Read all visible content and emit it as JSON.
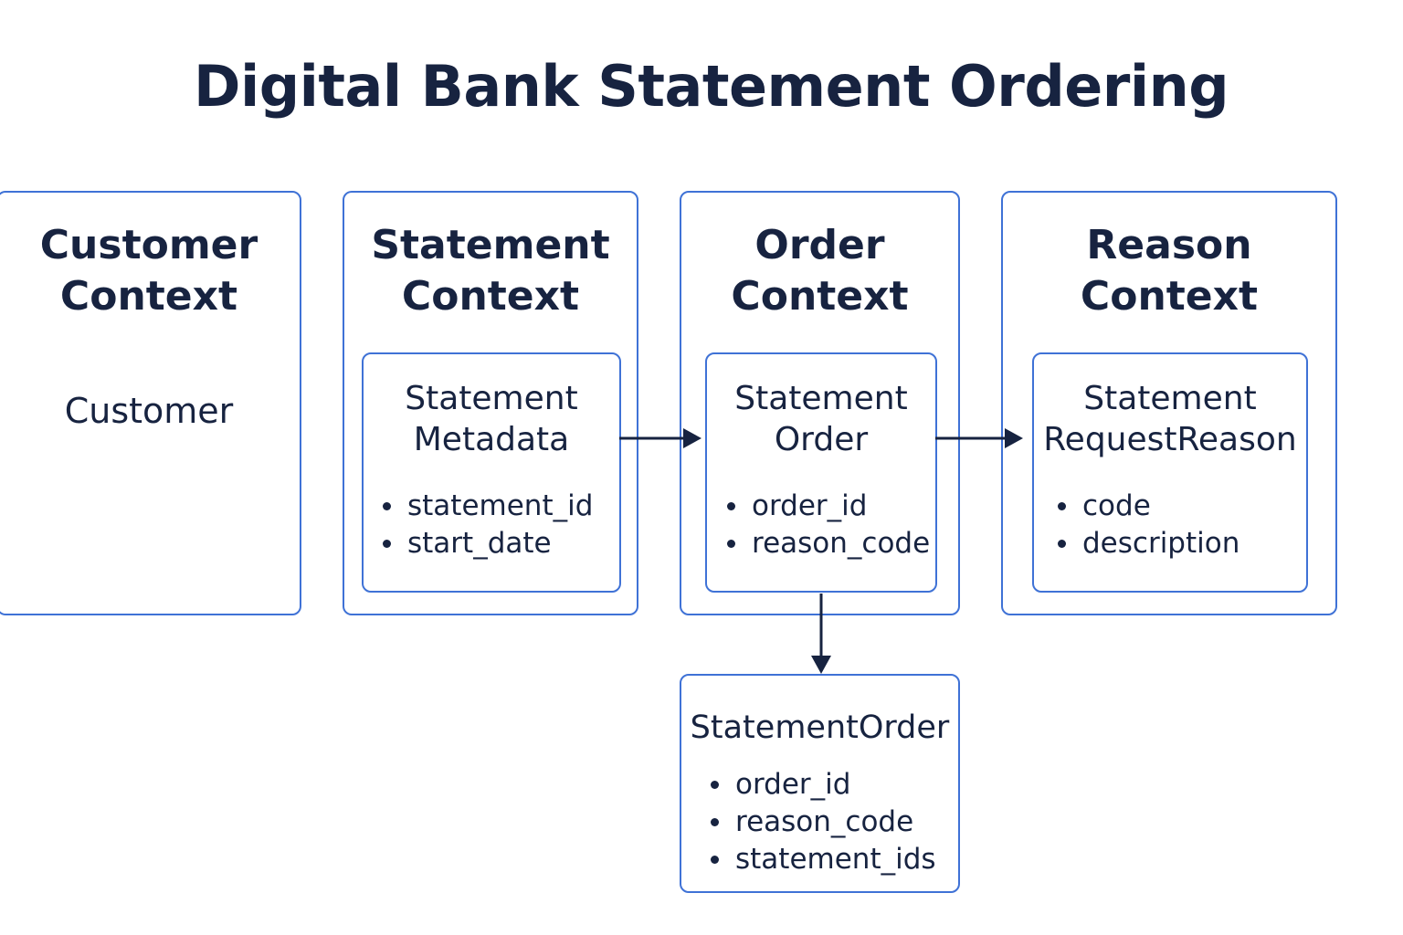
{
  "title": "Digital Bank Statement Ordering",
  "contexts": [
    {
      "title_lines": [
        "Customer",
        "Context"
      ],
      "entity": "Customer"
    },
    {
      "title_lines": [
        "Statement",
        "Context"
      ],
      "entity": {
        "name_lines": [
          "Statement",
          "Metadata"
        ],
        "attributes": [
          "statement_id",
          "start_date"
        ]
      }
    },
    {
      "title_lines": [
        "Order",
        "Context"
      ],
      "entity": {
        "name_lines": [
          "Statement",
          "Order"
        ],
        "attributes": [
          "order_id",
          "reason_code"
        ]
      }
    },
    {
      "title_lines": [
        "Reason",
        "Context"
      ],
      "entity": {
        "name_lines": [
          "Statement",
          "RequestReason"
        ],
        "attributes": [
          "code",
          "description"
        ]
      }
    }
  ],
  "output_entity": {
    "name": "StatementOrder",
    "attributes": [
      "order_id",
      "reason_code",
      "statement_ids"
    ]
  },
  "colors": {
    "border": "#3f72d6",
    "text": "#172340",
    "arrow": "#172340"
  }
}
